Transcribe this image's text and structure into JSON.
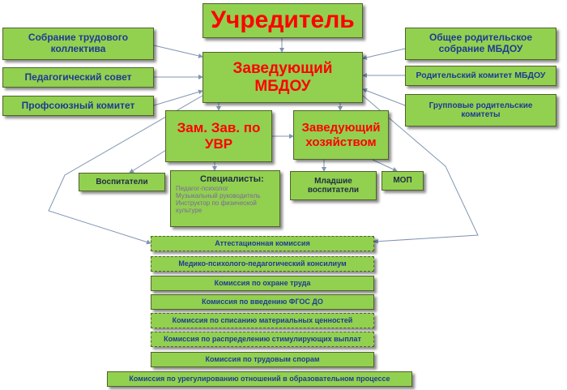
{
  "founder": "Учредитель",
  "head": "Заведующий МБДОУ",
  "left_bodies": [
    "Собрание трудового коллектива",
    "Педагогический совет",
    "Профсоюзный комитет"
  ],
  "right_bodies": [
    "Общее родительское собрание МБДОУ",
    "Родительский комитет МБДОУ",
    "Групповые родительские комитеты"
  ],
  "deputy_uvr": "Зам. Зав. по УВР",
  "deputy_ahch": "Заведующий хозяйством",
  "staff": {
    "educators": "Воспитатели",
    "specialists_title": "Специалисты:",
    "specialists": [
      "Педагог-психолог",
      "Музыкальный руководитель",
      "Инструктор по физической культуре"
    ],
    "junior": "Младшие воспитатели",
    "mop": "МОП"
  },
  "commissions": [
    "Аттестационная комиссия",
    "Медико-психолого-педагогический консилиум",
    "Комиссия по охране труда",
    "Комиссия по введению ФГОС ДО",
    "Комиссия по списанию материальных ценностей",
    "Комиссия по распределению стимулирующих выплат",
    "Комиссия по трудовым спорам",
    "Комиссия по урегулированию отношений в образовательном процессе"
  ],
  "colors": {
    "box": "#92d050",
    "text_blue": "#1f3a93",
    "text_red": "#ff0000",
    "line": "#7f95b3"
  }
}
